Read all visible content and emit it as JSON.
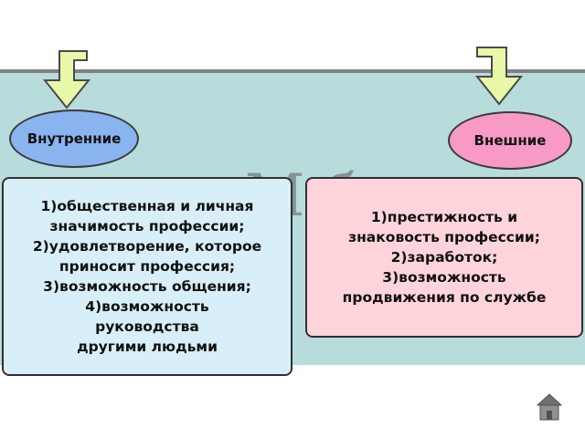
{
  "background_title": "М             б",
  "left": {
    "label": "Внутренние",
    "items": [
      "1)общественная и личная",
      "значимость профессии;",
      "2)удовлетворение, которое",
      "приносит профессия;",
      "3)возможность общения;",
      "4)возможность",
      "руководства",
      "другими людьми"
    ]
  },
  "right": {
    "label": "Внешние",
    "items": [
      "1)престижность и",
      "знаковость профессии;",
      "2)заработок;",
      "3)возможность",
      "продвижения по службе"
    ]
  },
  "colors": {
    "band": "#b8dcdc",
    "arrow_fill": "#e8f8a8",
    "left_ellipse": "#8ab4f0",
    "right_ellipse": "#f79ac6",
    "left_box": "#d8eef8",
    "right_box": "#ffd4da"
  },
  "icons": [
    "arrow-down-left-icon",
    "arrow-down-right-icon",
    "home-icon"
  ]
}
